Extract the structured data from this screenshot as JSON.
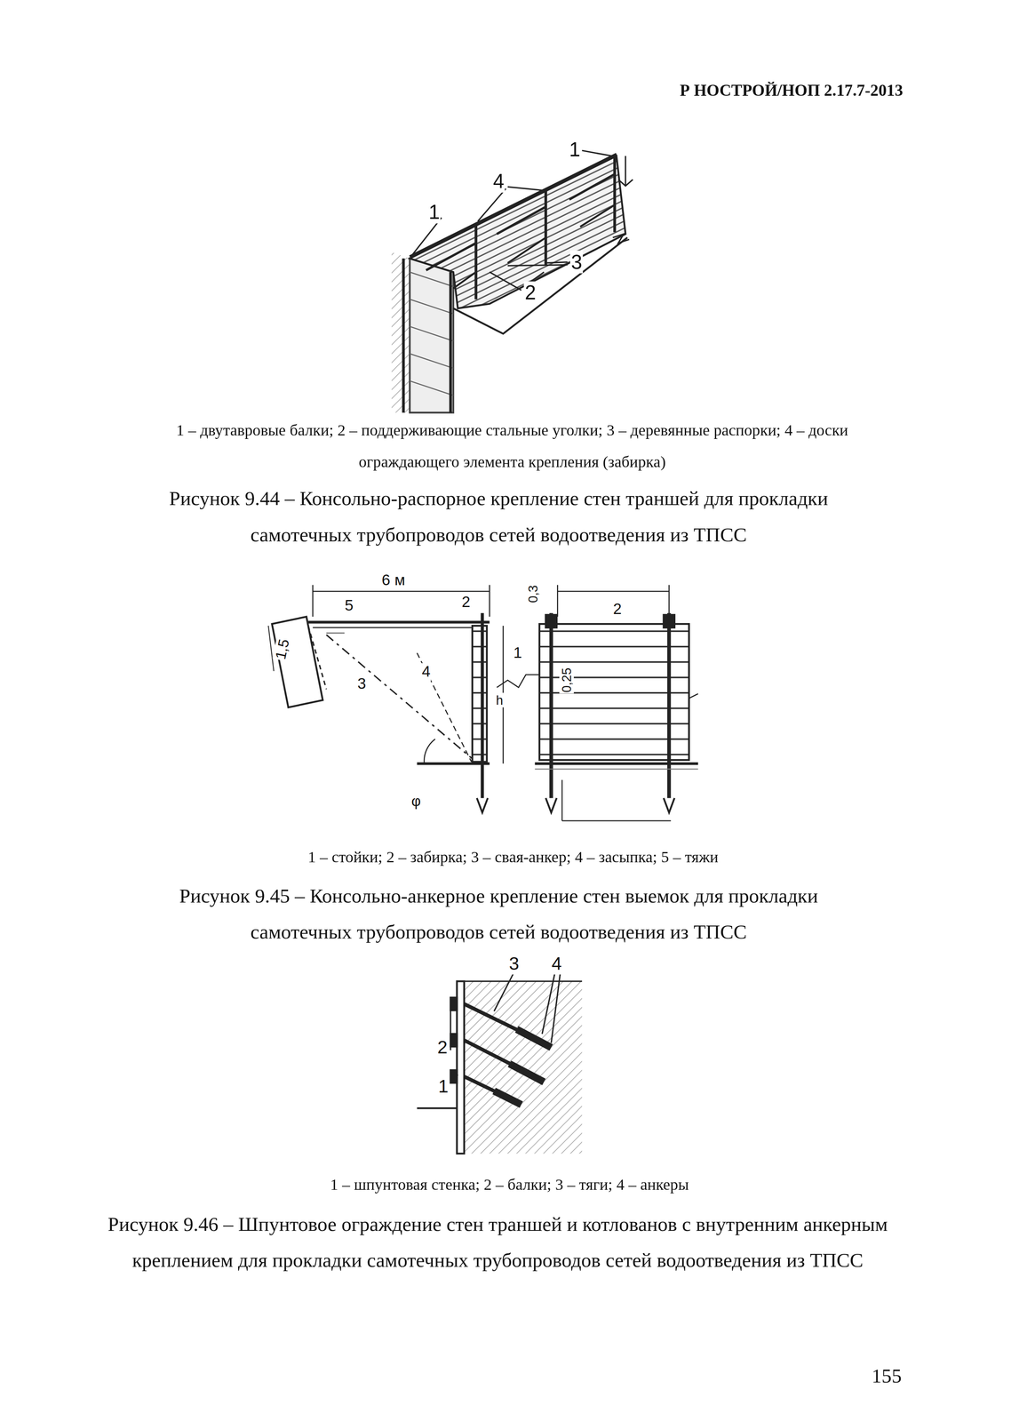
{
  "diagram": {
    "labels": [
      "Р НОСТРОЙ/НОП 2.17.7-2013",
      "1",
      "4",
      "1",
      "3",
      "2",
      "1 – двутавровые балки; 2 – поддерживающие стальные уголки; 3 – деревянные распорки; 4 – доски ограждающего элемента крепления (забирка)",
      "Рисунок 9.44 – Консольно-распорное крепление стен траншей для прокладки самотечных трубопроводов сетей водоотведения из ТПСС",
      "6 м",
      "5",
      "2",
      "0,3",
      "2",
      "1,5",
      "3",
      "4",
      "1",
      "h",
      "0,25",
      "φ",
      "1 – стойки; 2  – забирка; 3 – свая-анкер; 4 – засыпка; 5 – тяжи",
      "Рисунок 9.45 – Консольно-анкерное крепление стен выемок для прокладки самотечных трубопроводов сетей водоотведения  из ТПСС",
      "3",
      "4",
      "2",
      "1",
      "1 – шпунтовая стенка; 2 – балки; 3 – тяги; 4 – анкеры",
      "Рисунок 9.46 – Шпунтовое ограждение стен траншей и котлованов с внутренним анкерным креплением для прокладки самотечных трубопроводов сетей водоотведения из ТПСС",
      "155"
    ]
  }
}
